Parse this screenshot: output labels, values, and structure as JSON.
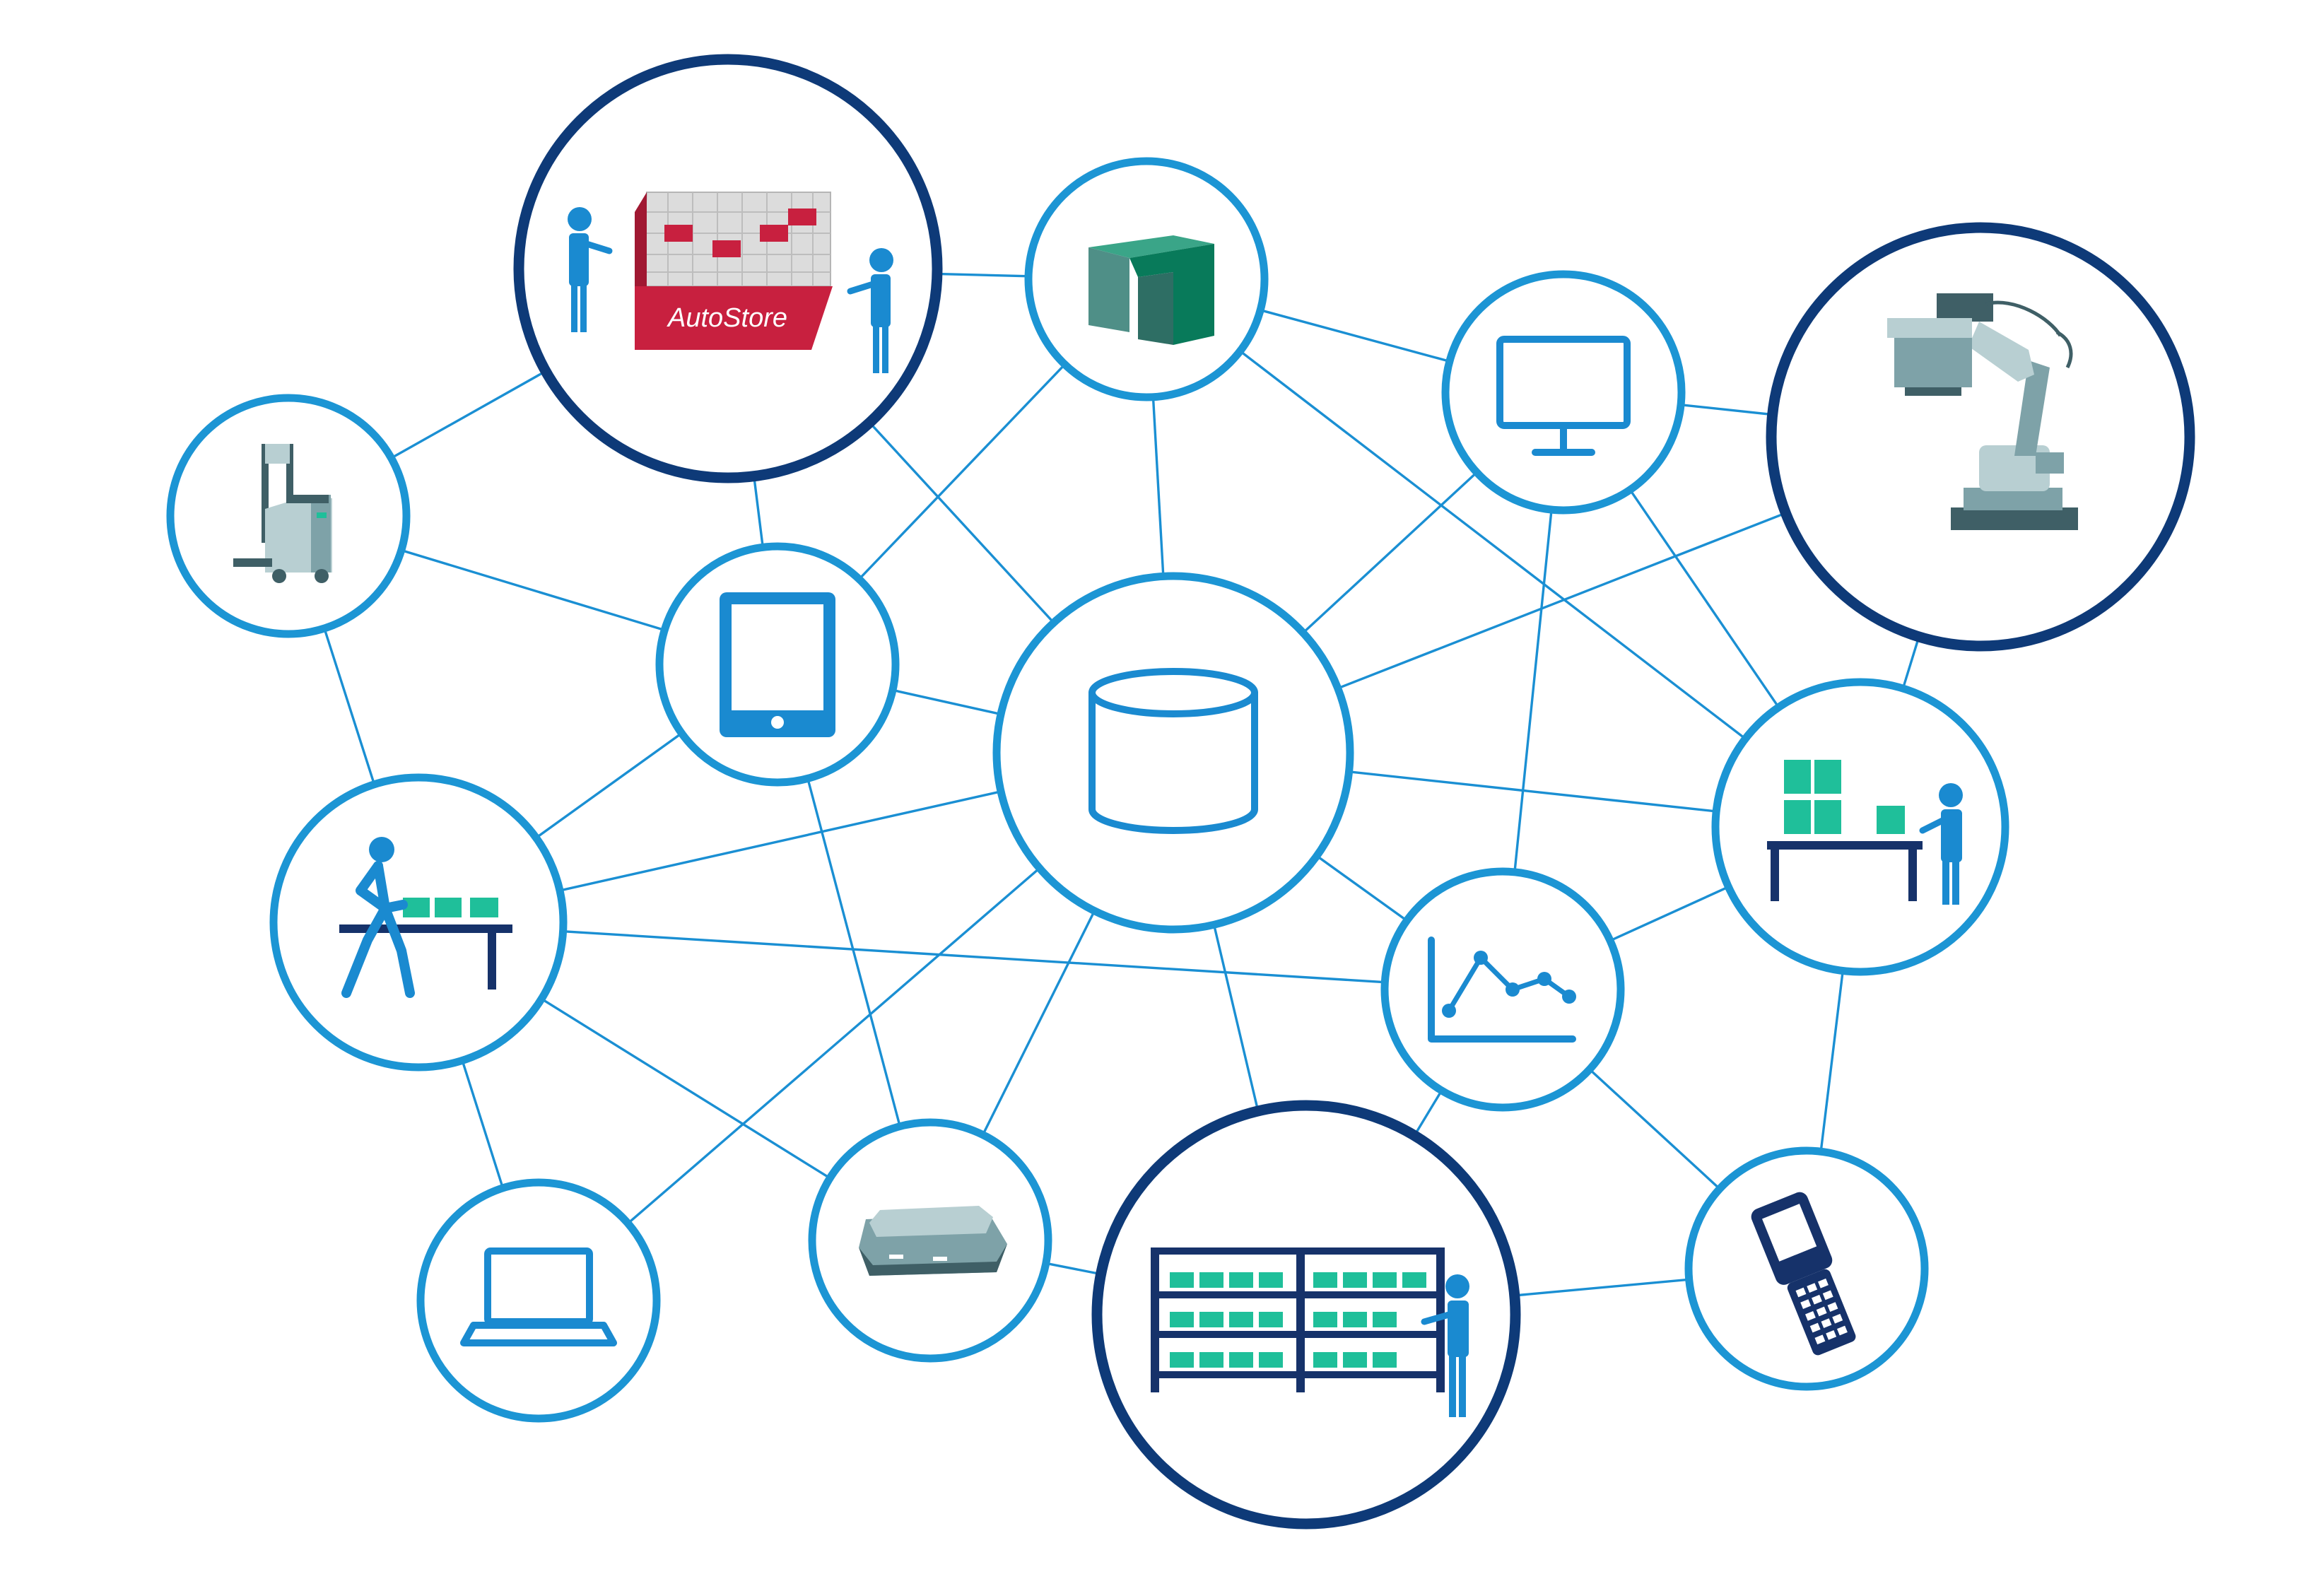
{
  "autostore": {
    "logo_text": "AutoStore"
  },
  "colors": {
    "edge": "#1a8fd3",
    "ring_light": "#1c95d4",
    "ring_dark": "#0e3a78",
    "icon_blue": "#1a8ad0",
    "icon_navy": "#16326a",
    "bin_green": "#1fbf9a",
    "autostore_red": "#c8203f",
    "robot_gray": "#7ea2a8"
  },
  "nodes": [
    {
      "id": "autostore",
      "icon": "autostore-grid-icon",
      "ring": "dark"
    },
    {
      "id": "port",
      "icon": "port-station-icon",
      "ring": "light"
    },
    {
      "id": "monitor",
      "icon": "monitor-icon",
      "ring": "light"
    },
    {
      "id": "robot-arm",
      "icon": "robot-arm-icon",
      "ring": "dark"
    },
    {
      "id": "forklift",
      "icon": "autonomous-forklift-icon",
      "ring": "light"
    },
    {
      "id": "tablet",
      "icon": "tablet-icon",
      "ring": "light"
    },
    {
      "id": "database",
      "icon": "database-icon",
      "ring": "light"
    },
    {
      "id": "picking-table",
      "icon": "picking-table-icon",
      "ring": "light"
    },
    {
      "id": "worker-table",
      "icon": "worker-packing-icon",
      "ring": "light"
    },
    {
      "id": "analytics",
      "icon": "line-chart-icon",
      "ring": "light"
    },
    {
      "id": "laptop",
      "icon": "laptop-icon",
      "ring": "light"
    },
    {
      "id": "amr",
      "icon": "mobile-robot-icon",
      "ring": "light"
    },
    {
      "id": "shelving",
      "icon": "shelving-icon",
      "ring": "dark"
    },
    {
      "id": "scanner",
      "icon": "handheld-scanner-icon",
      "ring": "light"
    }
  ]
}
